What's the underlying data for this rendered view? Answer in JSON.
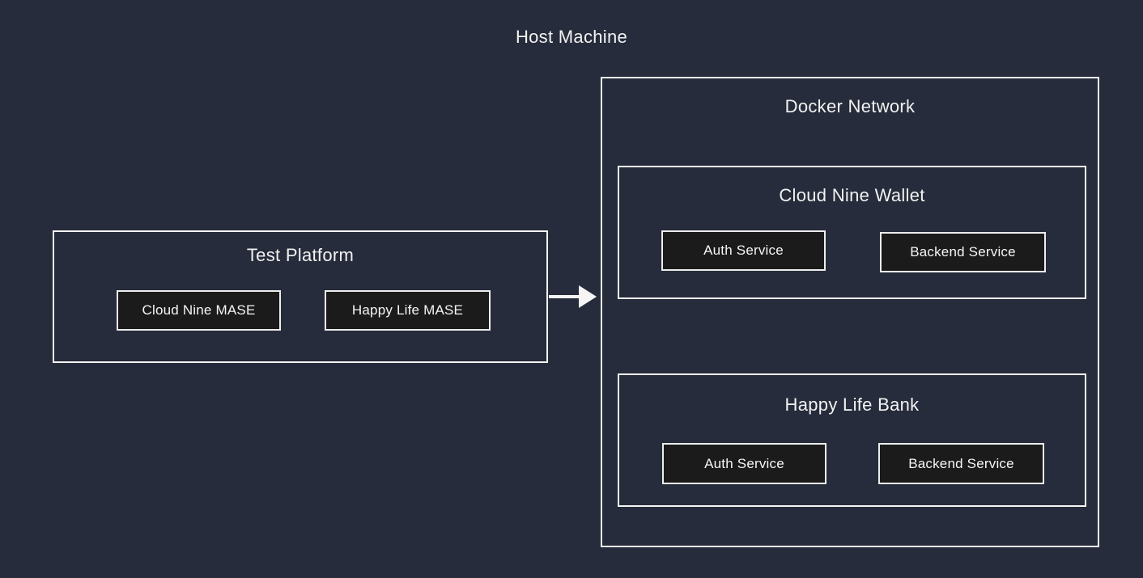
{
  "diagram": {
    "title": "Host Machine",
    "colors": {
      "background": "#262c3b",
      "container_border": "#f5f5f5",
      "service_fill": "#1b1b1b",
      "service_border": "#ededed",
      "text": "#f2f2f2",
      "arrow": "#f5f5f5"
    },
    "test_platform": {
      "label": "Test Platform",
      "children": [
        {
          "label": "Cloud Nine MASE"
        },
        {
          "label": "Happy Life MASE"
        }
      ]
    },
    "docker_network": {
      "label": "Docker Network",
      "groups": [
        {
          "label": "Cloud Nine Wallet",
          "services": [
            {
              "label": "Auth Service"
            },
            {
              "label": "Backend Service"
            }
          ]
        },
        {
          "label": "Happy Life Bank",
          "services": [
            {
              "label": "Auth Service"
            },
            {
              "label": "Backend Service"
            }
          ]
        }
      ]
    },
    "arrow": {
      "from": "Test Platform",
      "to": "Docker Network",
      "direction": "right"
    }
  }
}
